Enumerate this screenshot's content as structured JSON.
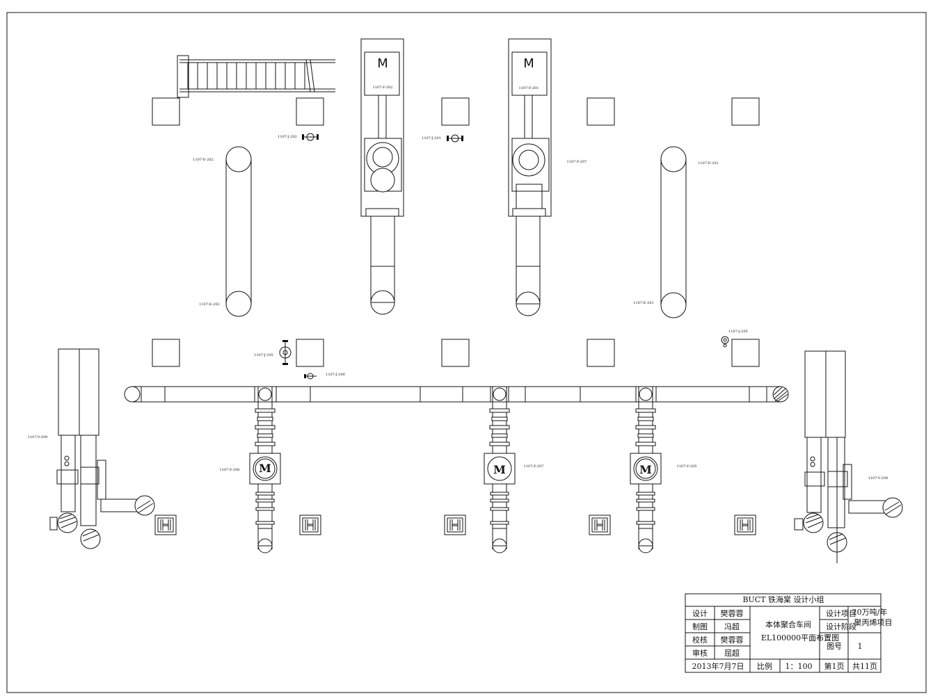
{
  "motor_letter": "M",
  "labels": {
    "f202": "1107-F-202",
    "e202_top": "1107-E-202",
    "e202_bot": "1107-E-202",
    "j202": "1107-J-202",
    "j201": "1107-J-201",
    "f201": "1107-F-201",
    "f207_top": "1107-F-207",
    "e201_top": "1107-E-201",
    "e201_bot": "1107-E-201",
    "j205_left": "1107-J-205",
    "j200": "1107-J-200",
    "j205_right": "1107-J-205",
    "v209": "1107-V-209",
    "f206": "1107-F-206",
    "f207_low": "1107-F-207",
    "f205": "1107-F-205",
    "v208": "1107-V-208"
  },
  "title_block": {
    "header": "BUCT 铁海棠 设计小组",
    "rows": [
      {
        "role": "设计",
        "name": "樊蓉蓉"
      },
      {
        "role": "制图",
        "name": "冯超"
      },
      {
        "role": "校核",
        "name": "樊蓉蓉"
      },
      {
        "role": "审核",
        "name": "屈超"
      }
    ],
    "workshop": "本体聚合车间",
    "drawing_name": "EL100000平面布置图",
    "project_label": "设计项目",
    "stage_label": "设计阶段",
    "project_value_1": "20万吨/年",
    "project_value_2": "聚丙烯项目",
    "drawing_no_label": "图号",
    "drawing_no_value": "1",
    "date": "2013年7月7日",
    "scale_label": "比例",
    "scale_value": "1：100",
    "page": "第1页",
    "total": "共11页"
  }
}
